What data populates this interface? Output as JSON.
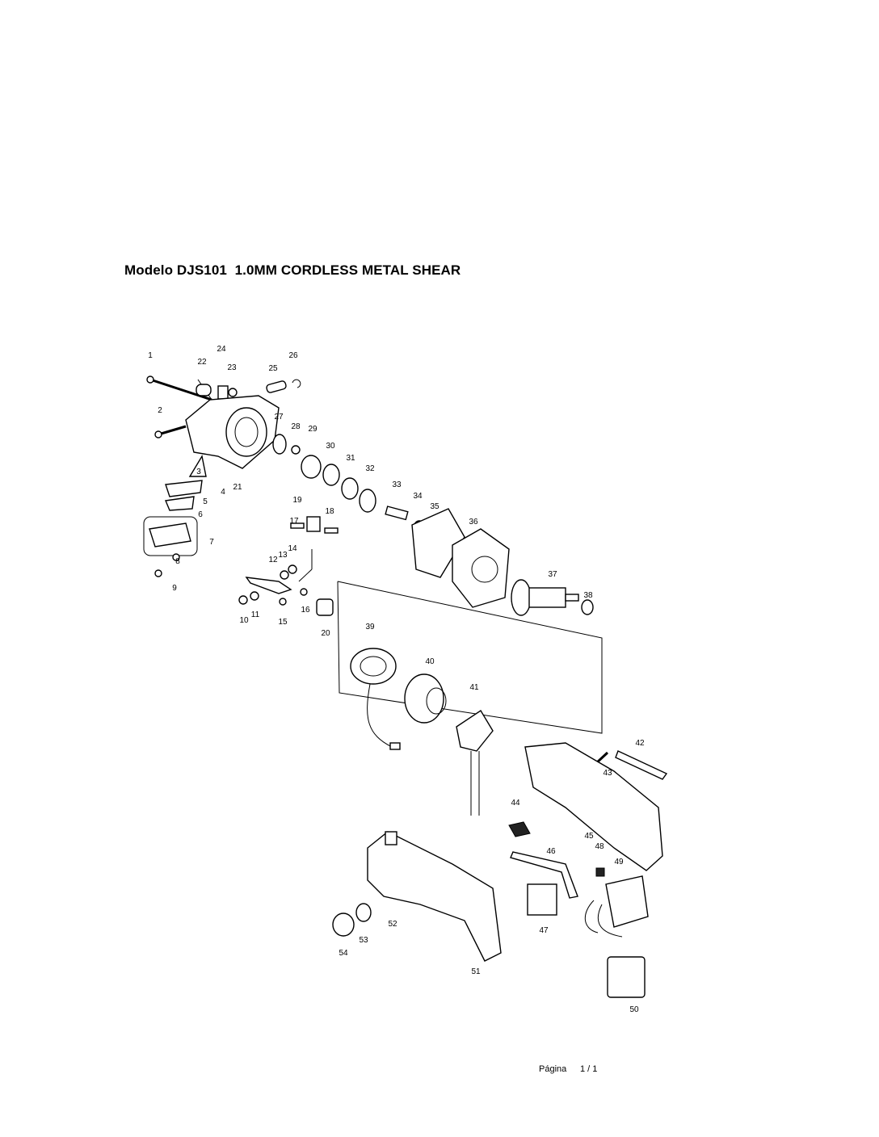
{
  "title": "Modelo DJS101  1.0MM CORDLESS METAL SHEAR",
  "footer": {
    "label": "Página",
    "page": "1 / 1"
  },
  "parts": [
    "1",
    "2",
    "3",
    "4",
    "5",
    "6",
    "7",
    "8",
    "9",
    "10",
    "11",
    "12",
    "13",
    "14",
    "15",
    "16",
    "17",
    "18",
    "19",
    "20",
    "21",
    "22",
    "23",
    "24",
    "25",
    "26",
    "27",
    "28",
    "29",
    "30",
    "31",
    "32",
    "33",
    "34",
    "35",
    "36",
    "37",
    "38",
    "39",
    "40",
    "41",
    "42",
    "43",
    "44",
    "45",
    "46",
    "47",
    "48",
    "49",
    "50",
    "51",
    "52",
    "53",
    "54"
  ]
}
